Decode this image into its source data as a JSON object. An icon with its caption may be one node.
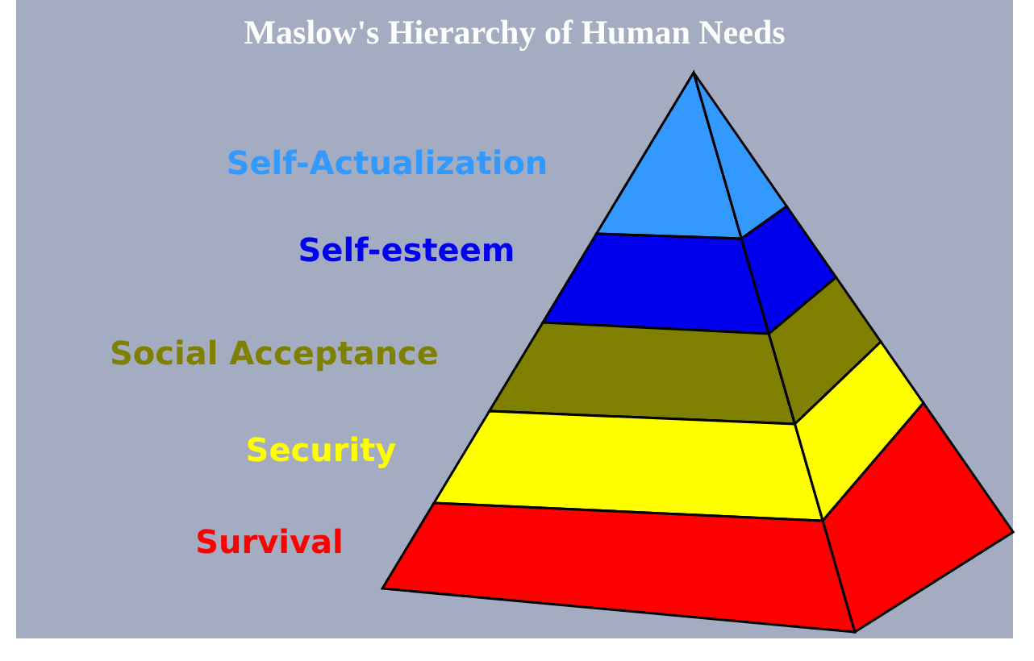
{
  "diagram": {
    "title": "Maslow's Hierarchy of Human Needs",
    "labels": [
      "Self-Actualization",
      "Self-esteem",
      "Social Acceptance",
      "Security",
      "Survival"
    ]
  }
}
